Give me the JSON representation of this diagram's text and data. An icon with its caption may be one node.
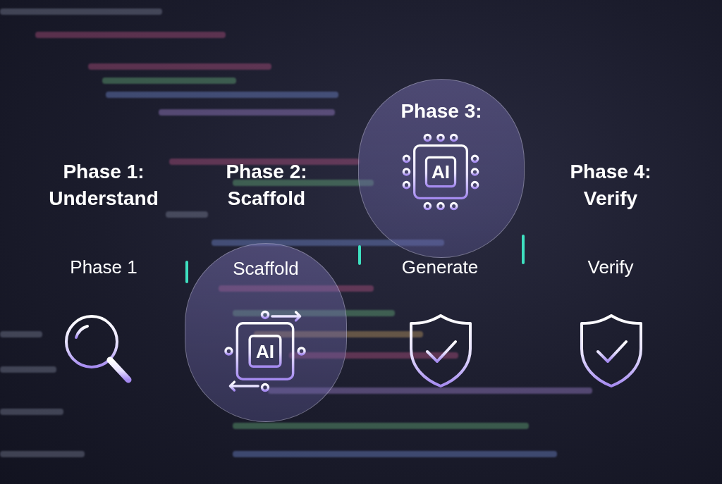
{
  "diagram": {
    "nodes": [
      {
        "text": [
          "Phase 3:",
          "AI"
        ]
      },
      {
        "text": [
          "Scaffold",
          "AI"
        ]
      }
    ],
    "edges": [],
    "labels": [
      "Phase 1: Understand",
      "Phase 2: Scaffold",
      "Phase 4: Verify",
      "Phase 1",
      "Generate",
      "Verify"
    ]
  }
}
